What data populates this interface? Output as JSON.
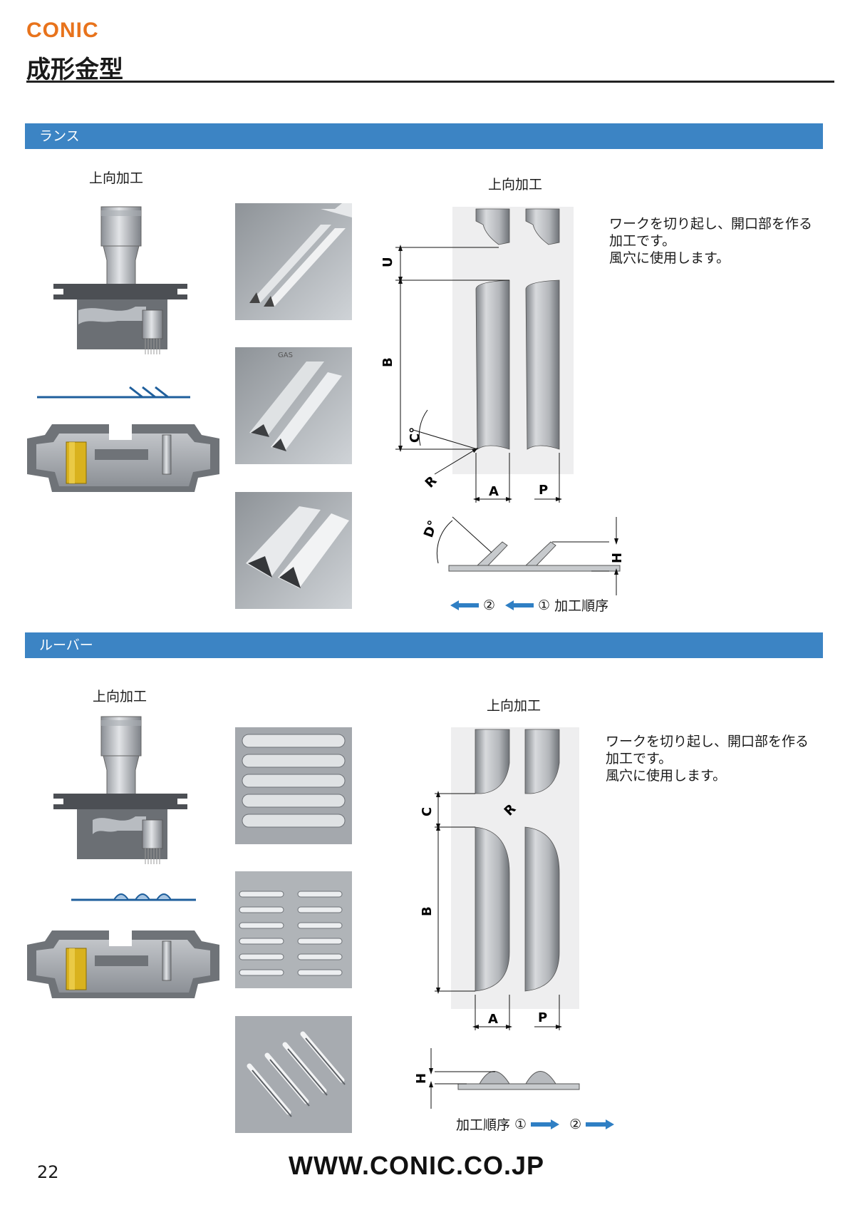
{
  "header": {
    "brand": "CONIC",
    "title": "成形金型"
  },
  "sections": [
    {
      "name": "ランス",
      "tool_label": "上向加工",
      "diagram_label": "上向加工",
      "description": [
        "ワークを切り起し、開口部を作る",
        "加工です。",
        "風穴に使用します。"
      ],
      "dims": {
        "u": "U",
        "b": "B",
        "c": "C°",
        "r": "R",
        "a": "A",
        "p": "P",
        "d": "D°",
        "h": "H"
      },
      "order": {
        "step2": "②",
        "step1": "①",
        "label": "加工順序"
      }
    },
    {
      "name": "ルーバー",
      "tool_label": "上向加工",
      "diagram_label": "上向加工",
      "description": [
        "ワークを切り起し、開口部を作る",
        "加工です。",
        "風穴に使用します。"
      ],
      "dims": {
        "c": "C",
        "r": "R",
        "b": "B",
        "a": "A",
        "p": "P",
        "h": "H"
      },
      "order": {
        "label": "加工順序",
        "step1": "①",
        "step2": "②"
      }
    }
  ],
  "footer": {
    "page_number": "22",
    "website": "WWW.CONIC.CO.JP"
  },
  "colors": {
    "brand": "#e8731c",
    "band": "#3c84c4",
    "arrow": "#2f7fc4"
  }
}
